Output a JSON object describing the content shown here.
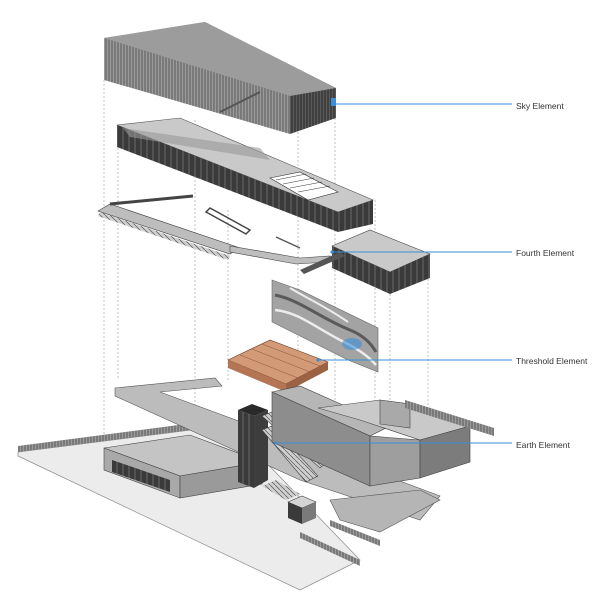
{
  "labels": {
    "sky": "Sky Element",
    "fourth": "Fourth Element",
    "threshold": "Threshold Element",
    "earth": "Earth Element"
  },
  "colors": {
    "leader": "#3b8fd6",
    "facade": "#6b6b6b",
    "roof": "#c9c9c9",
    "glass": "#2e2e2e",
    "threshold": "#c98a66",
    "ground": "#e8e8e8",
    "relief": "#8a8a8a"
  }
}
